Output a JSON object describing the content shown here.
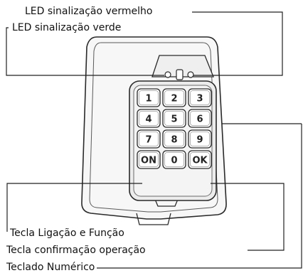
{
  "labels": {
    "led_red": "LED sinalização vermelho",
    "led_green": "LED sinalização verde",
    "key_on_function": "Tecla Ligação e Função",
    "key_confirm": "Tecla confirmação operação",
    "numeric_keypad": "Teclado Numérico"
  },
  "keypad": {
    "rows": [
      [
        "1",
        "2",
        "3"
      ],
      [
        "4",
        "5",
        "6"
      ],
      [
        "7",
        "8",
        "9"
      ]
    ],
    "bottom_row": [
      "ON",
      "0",
      "OK"
    ]
  }
}
